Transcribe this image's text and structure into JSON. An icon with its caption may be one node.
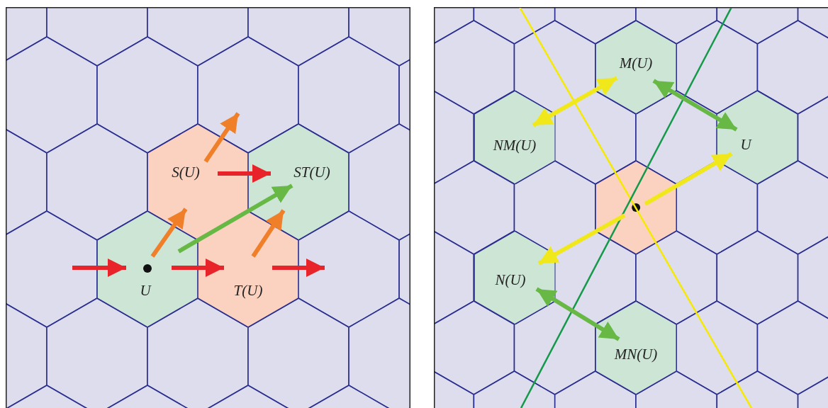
{
  "diagram": {
    "nodes": [
      {
        "text": [
          "S(U)"
        ]
      },
      {
        "text": [
          "ST(U)"
        ]
      },
      {
        "text": [
          "U"
        ]
      },
      {
        "text": [
          "T(U)"
        ]
      },
      {
        "text": [
          "M(U)"
        ]
      },
      {
        "text": [
          "NM(U)"
        ]
      },
      {
        "text": [
          "U"
        ]
      },
      {
        "text": [],
        "shape": "hexagon"
      },
      {
        "text": [
          "N(U)"
        ]
      },
      {
        "text": [
          "MN(U)"
        ]
      }
    ],
    "edges": [
      {
        "from": null,
        "to": 2,
        "arrow": "to",
        "color": "#e8232a"
      },
      {
        "from": 2,
        "to": 3,
        "arrow": "to",
        "color": "#e8232a"
      },
      {
        "from": 3,
        "to": null,
        "arrow": "to",
        "color": "#e8232a"
      },
      {
        "from": 0,
        "to": 1,
        "arrow": "to",
        "color": "#e8232a"
      },
      {
        "from": 2,
        "to": 0,
        "arrow": "to",
        "color": "#f07f2a"
      },
      {
        "from": 3,
        "to": 1,
        "arrow": "to",
        "color": "#f07f2a"
      },
      {
        "from": 0,
        "to": null,
        "arrow": "to",
        "color": "#f07f2a"
      },
      {
        "from": 2,
        "to": 1,
        "arrow": "to",
        "color": "#68b845"
      },
      {
        "from": 5,
        "to": 4,
        "arrow": "both",
        "color": "#f1e81c"
      },
      {
        "from": 4,
        "to": 6,
        "arrow": "both",
        "color": "#68b845"
      },
      {
        "from": 7,
        "to": 6,
        "arrow": "to",
        "color": "#f1e81c"
      },
      {
        "from": 7,
        "to": 8,
        "arrow": "to",
        "color": "#f1e81c"
      },
      {
        "from": 8,
        "to": 9,
        "arrow": "both",
        "color": "#68b845"
      }
    ]
  }
}
